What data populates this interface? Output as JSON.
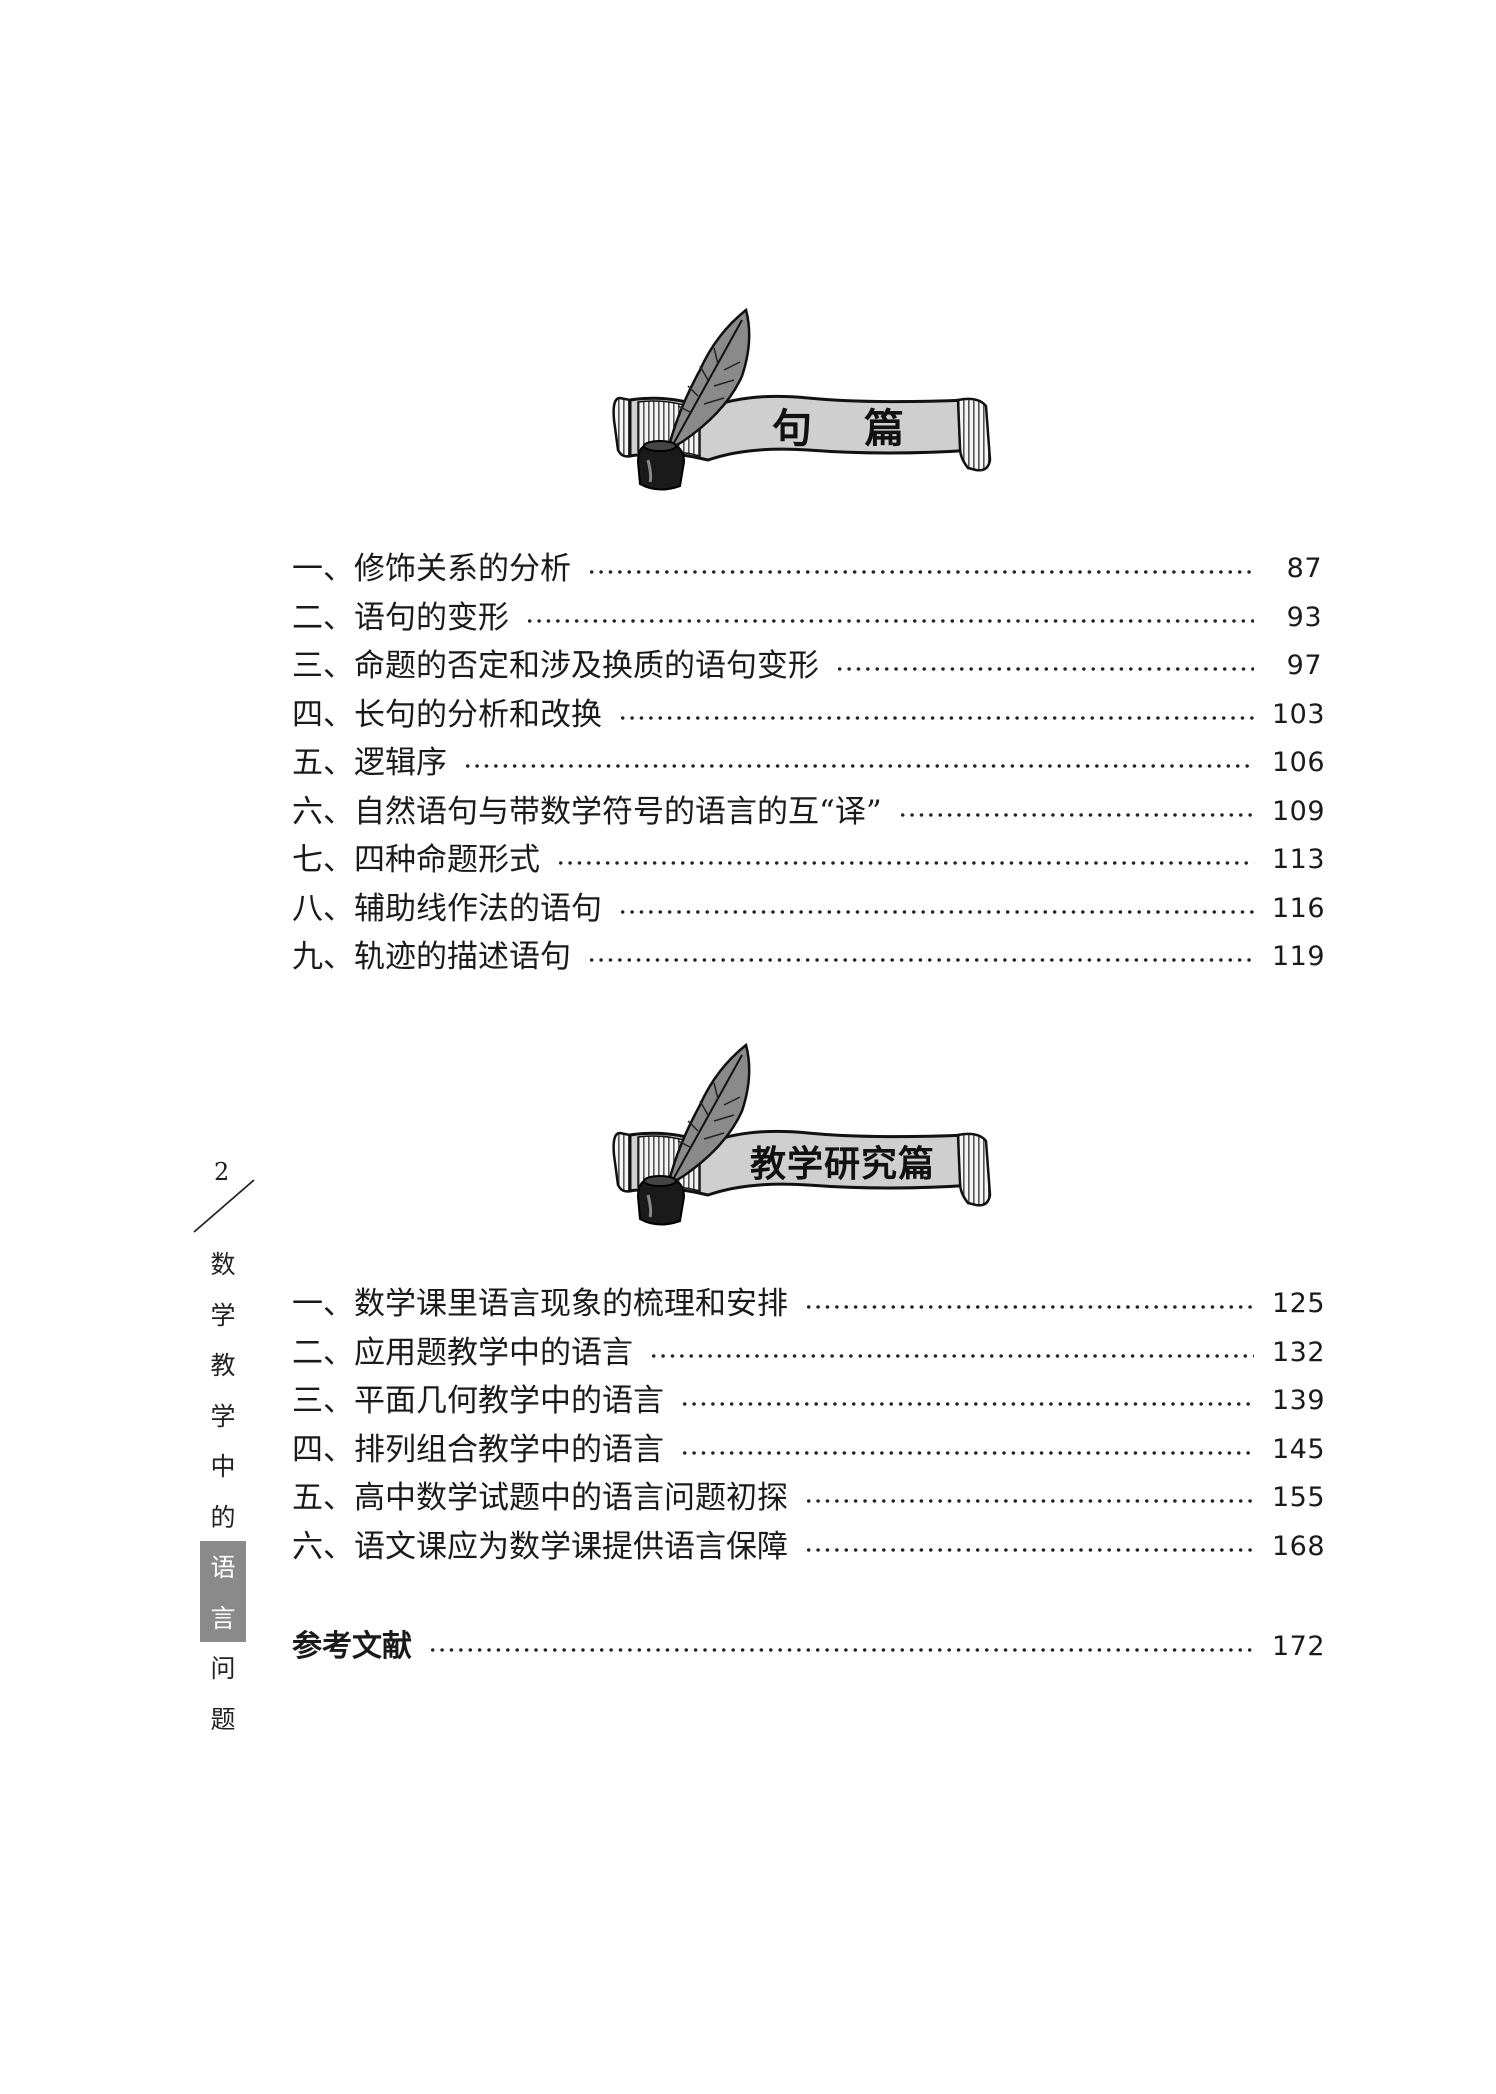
{
  "sections": [
    {
      "banner_title": "句　篇",
      "entries": [
        {
          "title": "一、修饰关系的分析",
          "page": "87"
        },
        {
          "title": "二、语句的变形",
          "page": "93"
        },
        {
          "title": "三、命题的否定和涉及换质的语句变形",
          "page": "97"
        },
        {
          "title": "四、长句的分析和改换",
          "page": "103"
        },
        {
          "title": "五、逻辑序",
          "page": "106"
        },
        {
          "title": "六、自然语句与带数学符号的语言的互“译”",
          "page": "109"
        },
        {
          "title": "七、四种命题形式",
          "page": "113"
        },
        {
          "title": "八、辅助线作法的语句",
          "page": "116"
        },
        {
          "title": "九、轨迹的描述语句",
          "page": "119"
        }
      ]
    },
    {
      "banner_title": "教学研究篇",
      "entries": [
        {
          "title": "一、数学课里语言现象的梳理和安排",
          "page": "125"
        },
        {
          "title": "二、应用题教学中的语言",
          "page": "132"
        },
        {
          "title": "三、平面几何教学中的语言",
          "page": "139"
        },
        {
          "title": "四、排列组合教学中的语言",
          "page": "145"
        },
        {
          "title": "五、高中数学试题中的语言问题初探",
          "page": "155"
        },
        {
          "title": "六、语文课应为数学课提供语言保障",
          "page": "168"
        }
      ]
    }
  ],
  "references": {
    "title": "参考文献",
    "page": "172"
  },
  "sidebar": {
    "page_number": "2",
    "book_title_chars": [
      "数",
      "学",
      "教",
      "学",
      "中",
      "的",
      "语",
      "言",
      "问",
      "题"
    ]
  }
}
